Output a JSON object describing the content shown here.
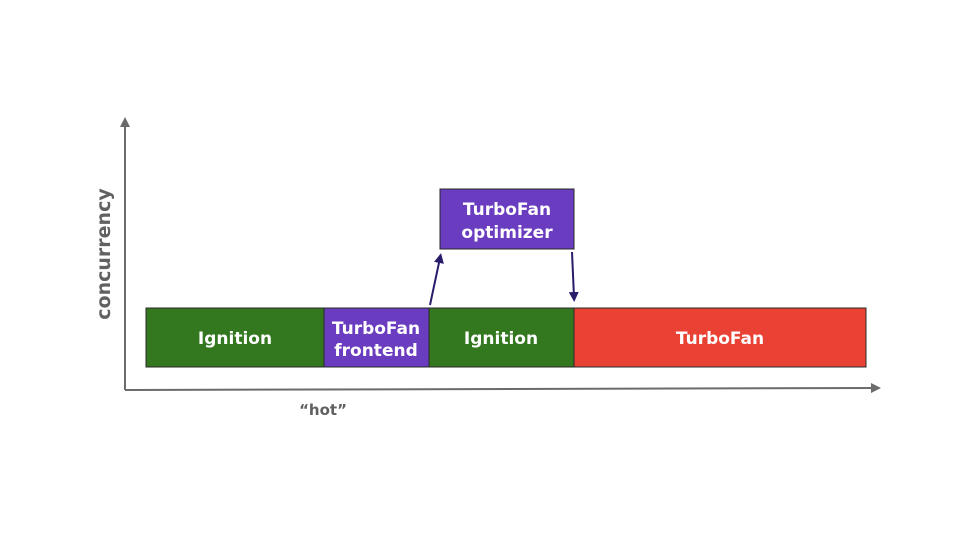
{
  "axes": {
    "y_label": "concurrency",
    "x_annotation": "“hot”"
  },
  "blocks": {
    "ignition_1": {
      "label": "Ignition"
    },
    "turbofan_frontend": {
      "line1": "TurboFan",
      "line2": "frontend"
    },
    "ignition_2": {
      "label": "Ignition"
    },
    "turbofan": {
      "label": "TurboFan"
    },
    "turbofan_optimizer": {
      "line1": "TurboFan",
      "line2": "optimizer"
    }
  },
  "colors": {
    "ignition": "#33771f",
    "turbofan_stage": "#6a3cc0",
    "turbofan": "#e94235",
    "axis": "#6b6b6b",
    "arrow": "#2b1b6b"
  }
}
